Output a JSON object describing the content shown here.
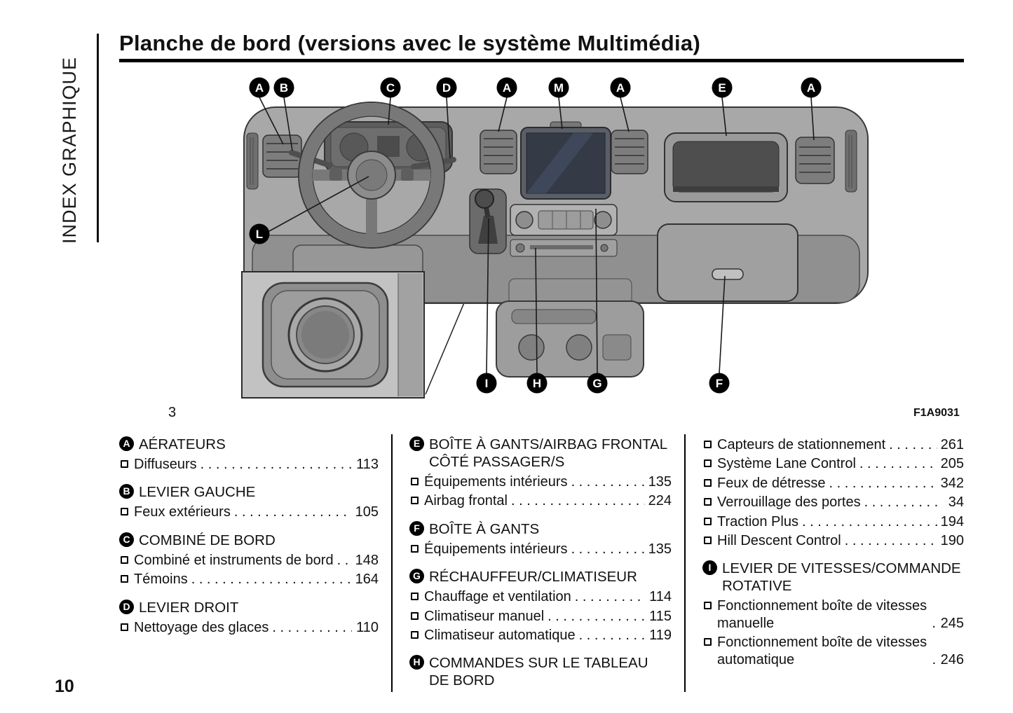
{
  "page": {
    "number": "10",
    "side_label": "INDEX GRAPHIQUE",
    "title": "Planche de bord (versions avec le système Multimédia)"
  },
  "figure": {
    "number": "3",
    "code": "F1A9031",
    "callouts": [
      {
        "label": "A"
      },
      {
        "label": "B"
      },
      {
        "label": "C"
      },
      {
        "label": "D"
      },
      {
        "label": "A"
      },
      {
        "label": "M"
      },
      {
        "label": "A"
      },
      {
        "label": "E"
      },
      {
        "label": "A"
      },
      {
        "label": "L"
      },
      {
        "label": "I"
      },
      {
        "label": "H"
      },
      {
        "label": "G"
      },
      {
        "label": "F"
      }
    ]
  },
  "index": {
    "columns": [
      {
        "sections": [
          {
            "letter": "A",
            "title": "AÉRATEURS",
            "items": [
              {
                "label": "Diffuseurs",
                "page": "113"
              }
            ]
          },
          {
            "letter": "B",
            "title": "LEVIER GAUCHE",
            "items": [
              {
                "label": "Feux extérieurs",
                "page": "105"
              }
            ]
          },
          {
            "letter": "C",
            "title": "COMBINÉ DE BORD",
            "items": [
              {
                "label": "Combiné et instruments de bord",
                "page": "148"
              },
              {
                "label": "Témoins",
                "page": "164"
              }
            ]
          },
          {
            "letter": "D",
            "title": "LEVIER DROIT",
            "items": [
              {
                "label": "Nettoyage des glaces",
                "page": "110"
              }
            ]
          }
        ]
      },
      {
        "sections": [
          {
            "letter": "E",
            "title": "BOÎTE À GANTS/AIRBAG FRONTAL CÔTÉ PASSAGER/S",
            "items": [
              {
                "label": "Équipements intérieurs",
                "page": "135"
              },
              {
                "label": "Airbag frontal",
                "page": "224"
              }
            ]
          },
          {
            "letter": "F",
            "title": "BOÎTE À GANTS",
            "items": [
              {
                "label": "Équipements intérieurs",
                "page": "135"
              }
            ]
          },
          {
            "letter": "G",
            "title": "RÉCHAUFFEUR/CLIMATISEUR",
            "items": [
              {
                "label": "Chauffage et ventilation",
                "page": "114"
              },
              {
                "label": "Climatiseur manuel",
                "page": "115"
              },
              {
                "label": "Climatiseur automatique",
                "page": "119"
              }
            ]
          },
          {
            "letter": "H",
            "title": "COMMANDES SUR LE TABLEAU DE BORD",
            "items": []
          }
        ]
      },
      {
        "sections": [
          {
            "letter": "",
            "title": "",
            "items": [
              {
                "label": "Capteurs de stationnement",
                "page": "261"
              },
              {
                "label": "Système Lane Control",
                "page": "205"
              },
              {
                "label": "Feux de détresse",
                "page": "342"
              },
              {
                "label": "Verrouillage des portes",
                "page": "34"
              },
              {
                "label": "Traction Plus",
                "page": "194"
              },
              {
                "label": "Hill Descent Control",
                "page": "190"
              }
            ]
          },
          {
            "letter": "I",
            "title": "LEVIER DE VITESSES/COMMANDE ROTATIVE",
            "items": [
              {
                "label": "Fonctionnement boîte de vitesses manuelle",
                "page": "245"
              },
              {
                "label": "Fonctionnement boîte de vitesses automatique",
                "page": "246"
              }
            ]
          }
        ]
      }
    ]
  }
}
